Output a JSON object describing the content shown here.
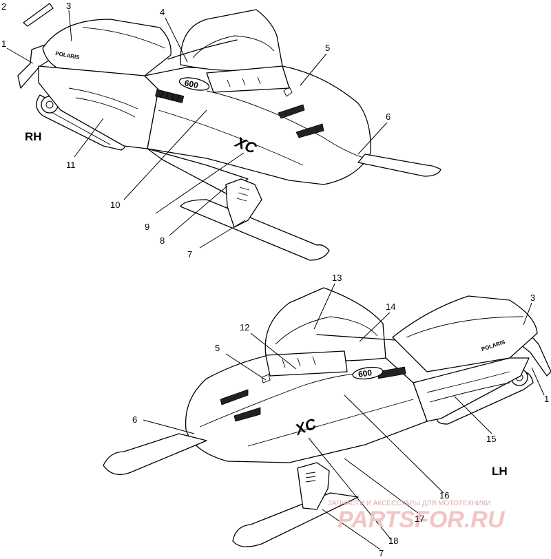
{
  "side_labels": {
    "right": "RH",
    "left": "LH"
  },
  "decal_text": {
    "brand": "POLARIS",
    "model": "XC",
    "engine": "600"
  },
  "callouts_top": [
    "1",
    "2",
    "3",
    "4",
    "5",
    "6",
    "7",
    "8",
    "9",
    "10",
    "11"
  ],
  "callouts_bottom": [
    "13",
    "14",
    "3",
    "12",
    "5",
    "1",
    "6",
    "15",
    "16",
    "17",
    "18",
    "7"
  ],
  "watermark": {
    "line1": "ЗАПЧАСТИ И АКСЕССУАРЫ ДЛЯ МОТОТЕХНИКИ",
    "line2": "PARTSFOR.RU"
  },
  "colors": {
    "line": "#000000",
    "background": "#ffffff",
    "watermark": "#f2c4c4"
  }
}
